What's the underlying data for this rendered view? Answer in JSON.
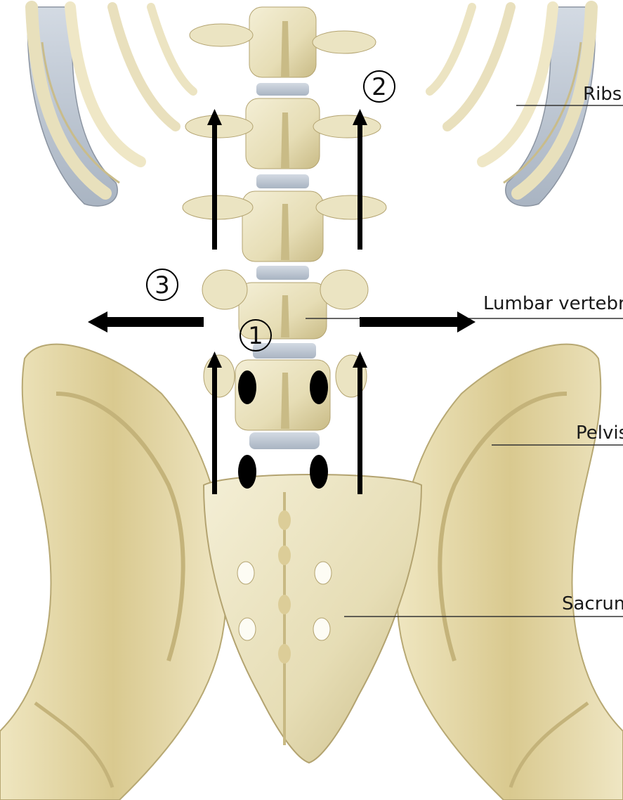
{
  "labels": {
    "ribs": "Ribs",
    "lumbar": "Lumbar vertebrae",
    "pelvis": "Pelvis",
    "sacrum": "Sacrum"
  },
  "markers": {
    "one": "1",
    "two": "2",
    "three": "3"
  },
  "colors": {
    "bone": "#e9e3c3",
    "bone_shadow": "#c9bf8f",
    "bone_dark": "#b7a873",
    "cartilage": "#b9c3cf",
    "ink": "#000000"
  },
  "icons": [
    "arrow-up-icon",
    "arrow-left-icon",
    "arrow-right-icon",
    "circled-number-icon",
    "dot-marker-icon"
  ]
}
